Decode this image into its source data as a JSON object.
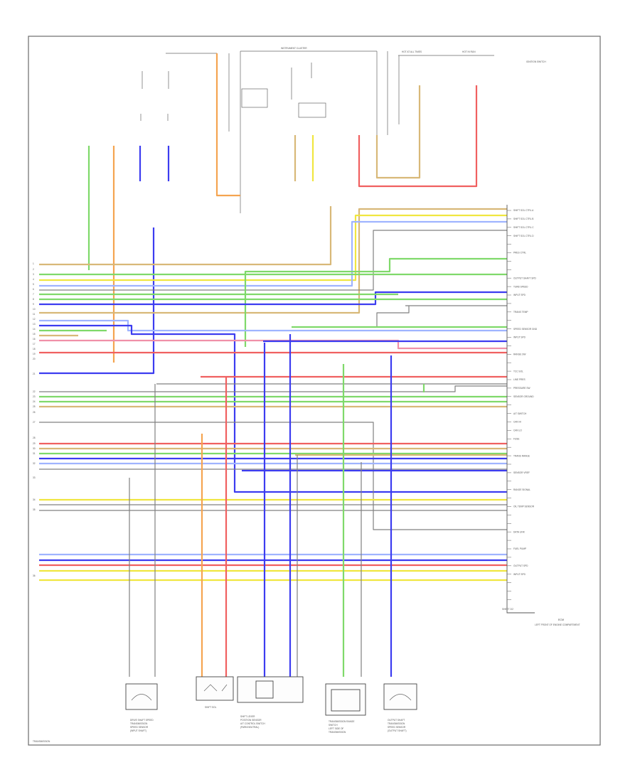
{
  "diagram": {
    "header_instrument_cluster": "INSTRUMENT CLUSTER",
    "header_hot_at_all_times": "HOT AT ALL TIMES",
    "header_hot_in_run": "HOT IN RUN",
    "ignition_relay_label": "IGNITION SWITCH",
    "ecm_name": "ECM",
    "ecm_sub": "LEFT FRONT OF ENGINE COMPARTMENT",
    "ecm_connector": "SHEET 2/2",
    "page_corner": "TRANSMISSION",
    "bottom_components": [
      {
        "line1": "DRIVE SHAFT SPEED",
        "line2": "TRANSMISSION",
        "line3": "SPEED SENSOR",
        "line4": "(INPUT SHAFT)"
      },
      {
        "line1": "",
        "line2": "",
        "line3": "",
        "line4": "SHIFT SOL"
      },
      {
        "line1": "SHIFT LEVER",
        "line2": "POSITION SENSOR",
        "line3": "A/T CONTROL SWITCH",
        "line4": "(PARK/NEUTRAL)"
      },
      {
        "line1": "TRANSMISSION RANGE",
        "line2": "SWITCH",
        "line3": "LEFT SIDE OF",
        "line4": "TRANSMISSION"
      },
      {
        "line1": "OUTPUT SHAFT",
        "line2": "TRANSMISSION",
        "line3": "SPEED SENSOR",
        "line4": "(OUTPUT SHAFT)"
      }
    ],
    "left_pin_labels": [
      "1",
      "2",
      "3",
      "4",
      "5",
      "6",
      "7",
      "8",
      "9",
      "10",
      "11",
      "12",
      "13",
      "14",
      "15",
      "16",
      "17",
      "18",
      "19",
      "20",
      "21",
      "22",
      "23",
      "24",
      "25",
      "26",
      "27",
      "28",
      "29",
      "30",
      "31",
      "32",
      "33",
      "34",
      "35",
      "36"
    ],
    "right_pin_labels": [
      "SHIFT SOL CTRL A",
      "SHIFT SOL CTRL B",
      "SHIFT SOL CTRL C",
      "SHIFT SOL CTRL D",
      "",
      "PRES CTRL",
      "",
      "",
      "OUTPUT SHAFT SPD",
      "TURB SPEED",
      "INPUT SPD",
      "",
      "TRANS TEMP",
      "",
      "SPEED SENSOR GND",
      "INPUT SPD",
      "",
      "RANGE SW",
      "",
      "TCC SOL",
      "LINE PRES",
      "PRESSURE SW",
      "SENSOR GROUND",
      "",
      "A/T SWITCH",
      "CAN HI",
      "CAN LO",
      "FUSE",
      "",
      "TRANS RANGE",
      "",
      "SENSOR VREF",
      "",
      "RANGE SIGNAL",
      "",
      "OIL TEMP SENSOR",
      "",
      "",
      "DATA LINK",
      "",
      "FUEL PUMP",
      "",
      "OUTPUT SPD",
      "INPUT SPD",
      "",
      "",
      "",
      ""
    ],
    "wire_colors": {
      "green": "#7fd96a",
      "blue": "#3c3cf0",
      "red": "#f06060",
      "orange": "#f5a450",
      "yellow": "#f0e640",
      "tan": "#d8b878",
      "gray": "#808080",
      "pink": "#f090a8",
      "cyan": "#9fb4ff"
    }
  }
}
